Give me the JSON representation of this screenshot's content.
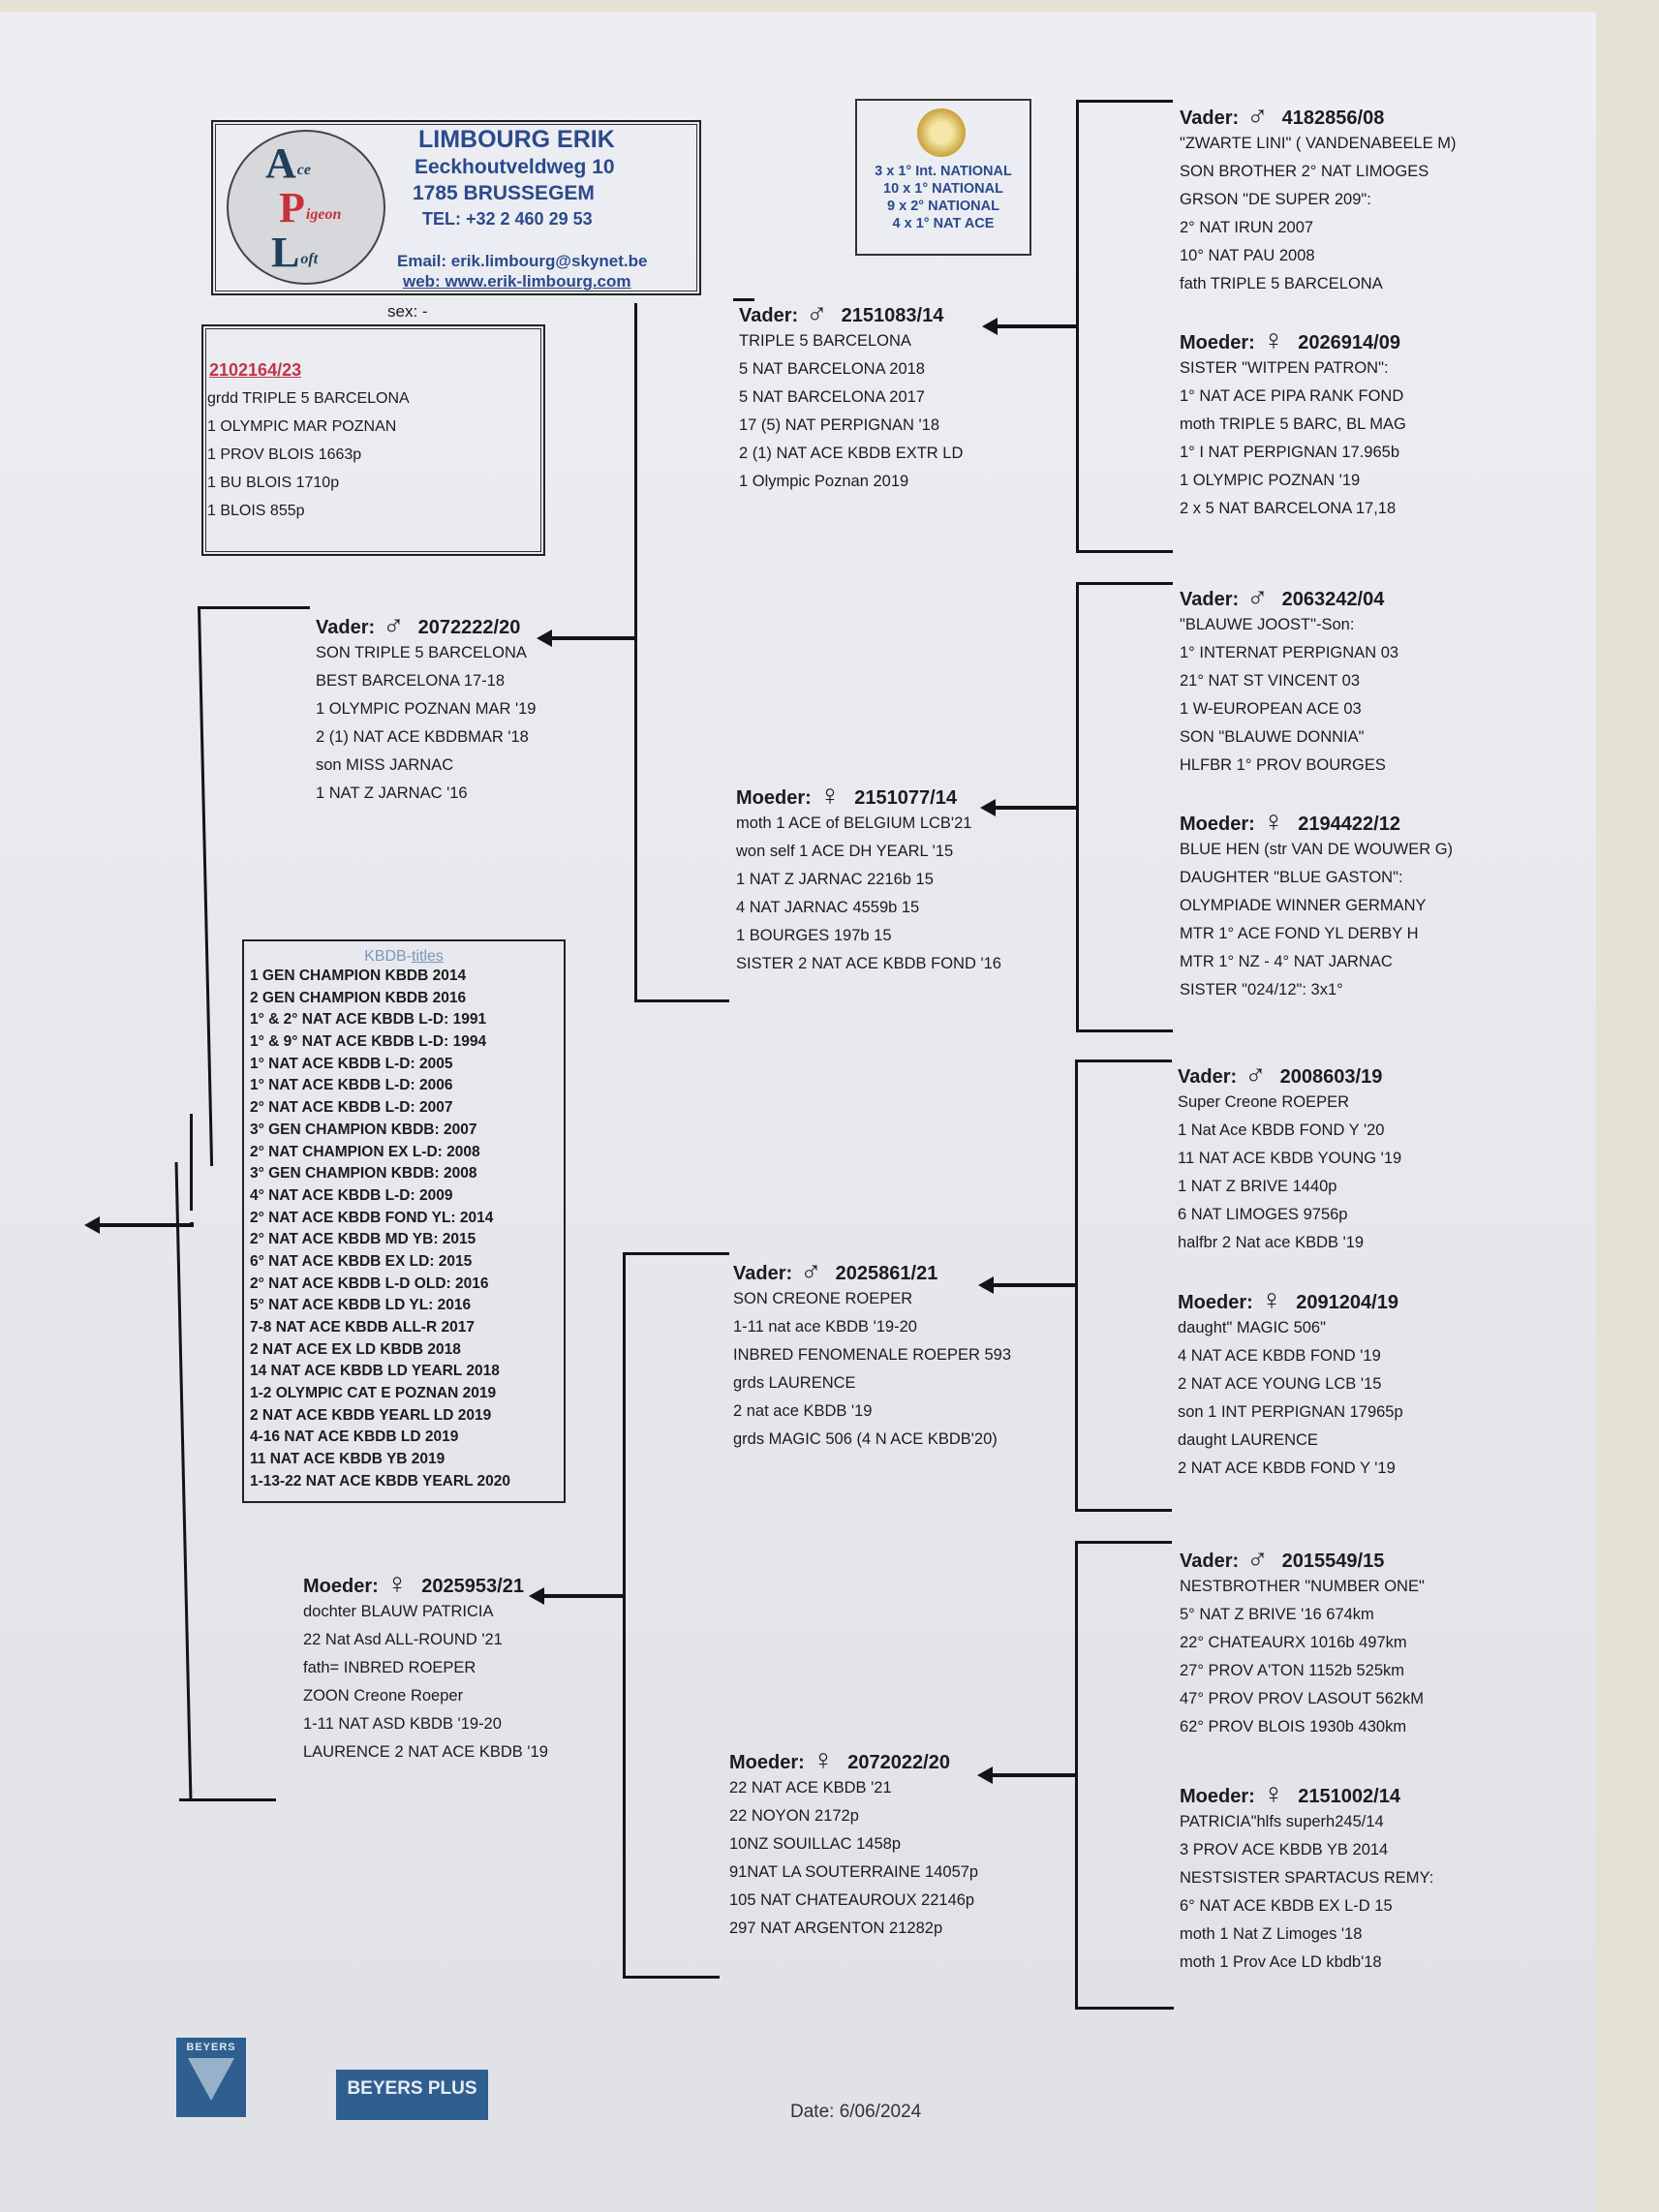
{
  "breeder": {
    "logo_text": "Ace Pigeon Loft",
    "name": "LIMBOURG ERIK",
    "street": "Eeckhoutveldweg 10",
    "city": "1785 BRUSSEGEM",
    "tel": "TEL: +32 2 460 29 53",
    "email": "Email: erik.limbourg@skynet.be",
    "web": "web: www.erik-limbourg.com"
  },
  "medal": {
    "lines": [
      "3 x 1° Int. NATIONAL",
      "10 x 1° NATIONAL",
      "9 x 2° NATIONAL",
      "4 x 1° NAT ACE"
    ]
  },
  "subject": {
    "sex": "sex: -",
    "ring": "2102164/23",
    "lines": [
      "grdd TRIPLE 5 BARCELONA",
      "1 OLYMPIC MAR POZNAN",
      "1 PROV BLOIS 1663p",
      "1 BU BLOIS 1710p",
      "1 BLOIS  855p"
    ]
  },
  "kbdb": {
    "title_a": "KBDB-",
    "title_b": "titles",
    "rows": [
      "1 GEN CHAMPION KBDB 2014",
      "2 GEN CHAMPION KBDB 2016",
      "1° & 2° NAT ACE KBDB L-D: 1991",
      "1° & 9° NAT ACE KBDB L-D: 1994",
      "1° NAT ACE KBDB L-D: 2005",
      "1° NAT ACE KBDB L-D: 2006",
      "2° NAT ACE KBDB L-D: 2007",
      "3° GEN CHAMPION KBDB: 2007",
      "2° NAT CHAMPION EX L-D: 2008",
      "3° GEN CHAMPION KBDB: 2008",
      "4° NAT ACE KBDB L-D: 2009",
      "2° NAT ACE KBDB FOND YL: 2014",
      "2° NAT ACE KBDB MD YB: 2015",
      "6° NAT ACE KBDB EX LD: 2015",
      "2° NAT ACE KBDB L-D OLD: 2016",
      "5° NAT ACE KBDB LD YL: 2016",
      "7-8 NAT ACE KBDB ALL-R 2017",
      "2 NAT ACE EX LD KBDB 2018",
      "14 NAT ACE KBDB LD YEARL 2018",
      "1-2 OLYMPIC CAT E POZNAN 2019",
      "2 NAT ACE KBDB YEARL LD 2019",
      "4-16 NAT ACE KBDB LD 2019",
      "11 NAT ACE KBDB   YB 2019",
      "1-13-22 NAT ACE KBDB YEARL 2020"
    ]
  },
  "pedigree": [
    {
      "id": "f",
      "role": "Vader:",
      "sex": "male",
      "ring": "2072222/20",
      "lines": [
        "SON TRIPLE 5 BARCELONA",
        "BEST BARCELONA 17-18",
        "1 OLYMPIC POZNAN MAR '19",
        "2 (1) NAT ACE KBDBMAR '18",
        "son MISS JARNAC",
        "1 NAT Z JARNAC '16"
      ]
    },
    {
      "id": "m",
      "role": "Moeder:",
      "sex": "female",
      "ring": "2025953/21",
      "lines": [
        "dochter BLAUW PATRICIA",
        "22 Nat Asd ALL-ROUND '21",
        "fath= INBRED ROEPER",
        "ZOON Creone Roeper",
        "1-11 NAT ASD KBDB '19-20",
        "LAURENCE 2 NAT ACE KBDB '19"
      ]
    },
    {
      "id": "ff",
      "role": "Vader:",
      "sex": "male",
      "ring": "2151083/14",
      "lines": [
        "TRIPLE 5 BARCELONA",
        "5 NAT BARCELONA 2018",
        "5 NAT BARCELONA 2017",
        "17 (5) NAT PERPIGNAN '18",
        "2 (1) NAT ACE KBDB EXTR LD",
        "1 Olympic Poznan 2019"
      ]
    },
    {
      "id": "fm",
      "role": "Moeder:",
      "sex": "female",
      "ring": "2151077/14",
      "lines": [
        "moth 1 ACE of BELGIUM LCB'21",
        "won self 1 ACE DH YEARL '15",
        "1 NAT Z JARNAC 2216b 15",
        "4 NAT JARNAC 4559b 15",
        "1 BOURGES 197b 15",
        "SISTER 2 NAT ACE KBDB FOND '16"
      ]
    },
    {
      "id": "mf",
      "role": "Vader:",
      "sex": "male",
      "ring": "2025861/21",
      "lines": [
        "SON CREONE ROEPER",
        "1-11 nat ace KBDB '19-20",
        "INBRED FENOMENALE ROEPER 593",
        "grds LAURENCE",
        "2 nat ace KBDB '19",
        "grds MAGIC 506 (4 N ACE KBDB'20)"
      ]
    },
    {
      "id": "mm",
      "role": "Moeder:",
      "sex": "female",
      "ring": "2072022/20",
      "lines": [
        "22 NAT ACE KBDB '21",
        "22 NOYON 2172p",
        "10NZ SOUILLAC 1458p",
        "91NAT LA SOUTERRAINE 14057p",
        "105 NAT CHATEAUROUX 22146p",
        "297 NAT ARGENTON 21282p"
      ]
    },
    {
      "id": "fff",
      "role": "Vader:",
      "sex": "male",
      "ring": "4182856/08",
      "lines": [
        "\"ZWARTE LINI\" ( VANDENABEELE M)",
        "SON BROTHER 2° NAT LIMOGES",
        "GRSON \"DE SUPER 209\":",
        "2° NAT IRUN 2007",
        "10° NAT PAU 2008",
        "fath TRIPLE 5 BARCELONA"
      ]
    },
    {
      "id": "ffm",
      "role": "Moeder:",
      "sex": "female",
      "ring": "2026914/09",
      "lines": [
        "SISTER \"WITPEN PATRON\":",
        "1° NAT ACE PIPA RANK FOND",
        "moth TRIPLE 5 BARC, BL MAG",
        "1° I NAT PERPIGNAN 17.965b",
        "1 OLYMPIC POZNAN '19",
        "2 x 5 NAT BARCELONA 17,18"
      ]
    },
    {
      "id": "fmf",
      "role": "Vader:",
      "sex": "male",
      "ring": "2063242/04",
      "lines": [
        "\"BLAUWE JOOST\"-Son:",
        "1° INTERNAT PERPIGNAN 03",
        "21° NAT ST VINCENT 03",
        "1 W-EUROPEAN ACE 03",
        "SON \"BLAUWE DONNIA\"",
        "HLFBR 1° PROV BOURGES"
      ]
    },
    {
      "id": "fmm",
      "role": "Moeder:",
      "sex": "female",
      "ring": "2194422/12",
      "lines": [
        "BLUE HEN (str VAN DE WOUWER G)",
        "DAUGHTER \"BLUE GASTON\":",
        "OLYMPIADE WINNER GERMANY",
        "MTR 1° ACE FOND YL DERBY H",
        "MTR 1° NZ - 4° NAT JARNAC",
        "SISTER \"024/12\": 3x1°"
      ]
    },
    {
      "id": "mff",
      "role": "Vader:",
      "sex": "male",
      "ring": "2008603/19",
      "lines": [
        "Super Creone ROEPER",
        "1 Nat Ace KBDB FOND Y '20",
        "11 NAT ACE KBDB YOUNG '19",
        "1 NAT Z BRIVE 1440p",
        "6 NAT LIMOGES 9756p",
        "halfbr 2 Nat ace KBDB '19"
      ]
    },
    {
      "id": "mfm",
      "role": "Moeder:",
      "sex": "female",
      "ring": "2091204/19",
      "lines": [
        "daught\" MAGIC 506\"",
        "4 NAT ACE KBDB FOND '19",
        "2 NAT ACE YOUNG LCB '15",
        "son 1 INT PERPIGNAN 17965p",
        "daught LAURENCE",
        "2 NAT ACE KBDB FOND Y '19"
      ]
    },
    {
      "id": "mmf",
      "role": "Vader:",
      "sex": "male",
      "ring": "2015549/15",
      "lines": [
        "NESTBROTHER \"NUMBER ONE\"",
        "5° NAT Z BRIVE '16 674km",
        "22° CHATEAURX 1016b 497km",
        "27° PROV A'TON 1152b 525km",
        "47° PROV PROV LASOUT 562kM",
        "62° PROV BLOIS 1930b 430km"
      ]
    },
    {
      "id": "mmm",
      "role": "Moeder:",
      "sex": "female",
      "ring": "2151002/14",
      "lines": [
        "PATRICIA\"hlfs superh245/14",
        "3 PROV ACE KBDB YB 2014",
        "NESTSISTER SPARTACUS REMY:",
        "6° NAT ACE KBDB EX L-D 15",
        "moth 1 Nat Z Limoges '18",
        "moth 1 Prov Ace LD kbdb'18"
      ]
    }
  ],
  "symbols": {
    "male": "♂",
    "female": "♀"
  },
  "footer": {
    "logo1_text": "BEYERS",
    "logo2_text": "BEYERS PLUS",
    "date": "Date: 6/06/2024"
  },
  "colors": {
    "header_blue": "#2b4a8c",
    "ring_red": "#c0344a",
    "logo_blue": "#2f5f8f"
  }
}
